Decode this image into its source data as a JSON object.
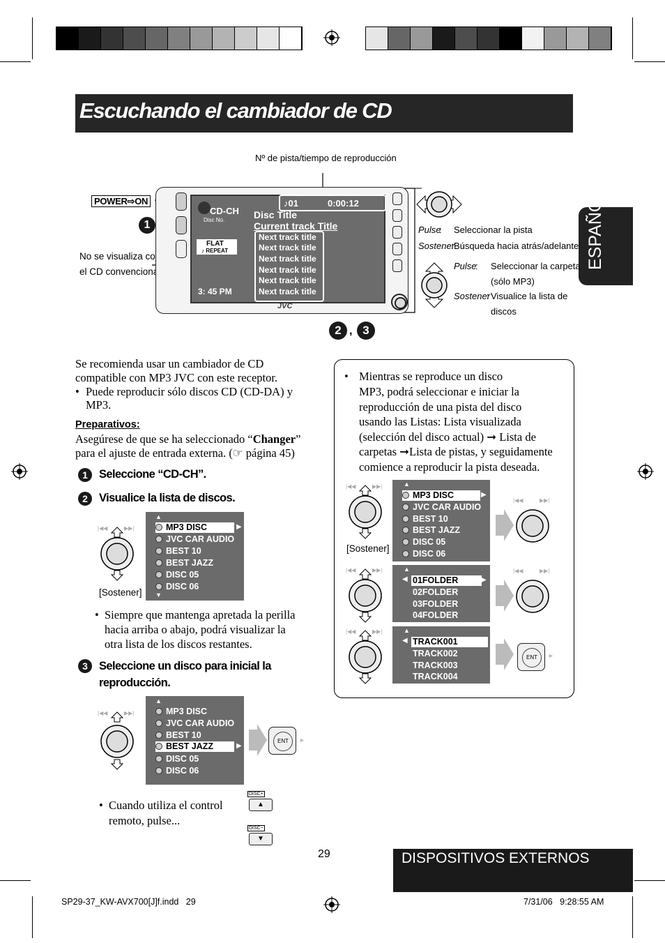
{
  "title": "Escuchando el cambiador de CD",
  "side_tab": "ESPAÑOL",
  "footer_tab": "DISPOSITIVOS EXTERNOS",
  "page_number": "29",
  "slug_left": "SP29-37_KW-AVX700[J]f.indd   29",
  "slug_right": "7/31/06   9:28:55 AM",
  "diagram": {
    "callout_track_time": "Nº de pista/tiempo de reproducción",
    "power_label": "POWER⇨ON",
    "step1_badge": "1",
    "step23_badge_a": "2",
    "step23_badge_b": "3",
    "no_visible_note_1": "No se visualiza con",
    "no_visible_note_2": "el CD convencional",
    "lcd": {
      "source": "CD-CH",
      "disc_no": "Disc No.",
      "track": "♪01",
      "time": "0:00:12",
      "disc_title": "Disc Title",
      "current_track_title": "Current track Title",
      "flat": "FLAT",
      "repeat": "♪ REPEAT",
      "clock": "3: 45 PM",
      "next_tracks": [
        "Next track title",
        "Next track title",
        "Next track title",
        "Next track title",
        "Next track title",
        "Next track title"
      ],
      "brand": "JVC"
    },
    "pulse_label_1": "Pulse",
    "pulse_desc_1": "Seleccionar la pista",
    "hold_label_1": "Sostener",
    "hold_desc_1": "Búsqueda hacia atrás/adelante",
    "pulse_label_2": "Pulse",
    "pulse_desc_2a": "Seleccionar la carpeta",
    "pulse_desc_2b": "(sólo MP3)",
    "hold_label_2": "Sostener",
    "hold_desc_2a": "Visualice la lista de",
    "hold_desc_2b": "discos"
  },
  "left": {
    "intro_1": "Se recomienda usar un cambiador de CD",
    "intro_2": "compatible con MP3 JVC con este receptor.",
    "bullet_1a": "Puede reproducir sólo discos CD (CD-DA) y",
    "bullet_1b": "MP3.",
    "prep_heading": "Preparativos:",
    "prep_1_pre": "Asegúrese de que se ha seleccionado “",
    "prep_1_bold": "Changer",
    "prep_1_post": "”",
    "prep_2": "para el ajuste de entrada externa. (☞ página 45)",
    "step1": "Seleccione “CD-CH”.",
    "step2": "Visualice la lista de discos.",
    "step3_a": "Seleccione un disco para inicial la",
    "step3_b": "reproducción.",
    "hold_label": "[Sostener]",
    "bullet_2a": "Siempre que mantenga apretada la perilla",
    "bullet_2b": "hacia arriba o abajo, podrá visualizar la",
    "bullet_2c": "otra lista de los discos restantes.",
    "bullet_3a": "Cuando utiliza el control",
    "bullet_3b": "remoto, pulse...",
    "disc_plus": "DISC+",
    "disc_minus": "DISC−",
    "ent": "ENT",
    "list_a": [
      "MP3 DISC",
      "JVC CAR AUDIO",
      "BEST 10",
      "BEST JAZZ",
      "DISC 05",
      "DISC 06"
    ],
    "list_b": [
      "MP3 DISC",
      "JVC CAR AUDIO",
      "BEST 10",
      "BEST JAZZ",
      "DISC 05",
      "DISC 06"
    ]
  },
  "right": {
    "bullet_1": "Mientras se reproduce un disco",
    "bullet_2": "MP3, podrá seleccionar e iniciar la",
    "bullet_3": "reproducción de una pista del disco",
    "bullet_4": "usando las Listas: Lista visualizada",
    "bullet_5a": "(selección del disco actual)",
    "bullet_5b": "Lista de",
    "bullet_6a": "carpetas",
    "bullet_6b": "Lista de pistas, y seguidamente",
    "bullet_7": "comience a reproducir la pista deseada.",
    "hold_label": "[Sostener]",
    "ent": "ENT",
    "discs": [
      "MP3 DISC",
      "JVC CAR AUDIO",
      "BEST 10",
      "BEST JAZZ",
      "DISC 05",
      "DISC 06"
    ],
    "folders": [
      "01FOLDER",
      "02FOLDER",
      "03FOLDER",
      "04FOLDER"
    ],
    "tracks": [
      "TRACK001",
      "TRACK002",
      "TRACK003",
      "TRACK004"
    ]
  },
  "colors": {
    "title_band": "#262626",
    "screen": "#6b6b6b"
  }
}
